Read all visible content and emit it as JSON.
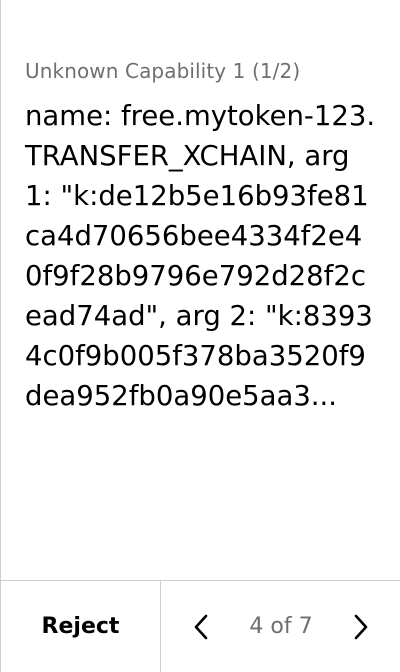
{
  "review": {
    "caption": "Unknown Capability 1 (1/2)",
    "value": "name: free.mytoken-123.TRANSFER_XCHAIN, arg 1: \"k:de12b5e16b93fe81ca4d70656bee4334f2e40f9f28b9796e792d28f2cead74ad\", arg 2: \"k:83934c0f9b005f378ba3520f9dea952fb0a90e5aa3..."
  },
  "footer": {
    "reject_label": "Reject",
    "page_label": "4 of 7",
    "prev_icon": "chevron-left-icon",
    "next_icon": "chevron-right-icon"
  },
  "colors": {
    "text": "#000000",
    "muted": "#6f6f6f",
    "divider": "#cfcfcf",
    "background": "#ffffff"
  }
}
